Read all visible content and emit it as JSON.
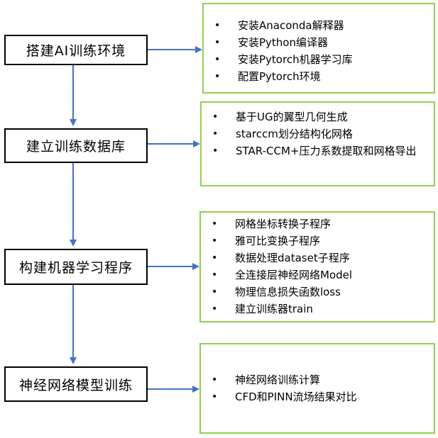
{
  "steps": [
    {
      "label": "搭建AI训练环境",
      "details": [
        "安装Anaconda解释器",
        "安装Python编译器",
        "安装Pytorch机器学习库",
        "配置Pytorch环境"
      ]
    },
    {
      "label": "建立训练数据库",
      "details": [
        "基于UG的翼型几何生成",
        "starccm划分结构化网格",
        "STAR-CCM+压力系数提取和网格导出"
      ]
    },
    {
      "label": "构建机器学习程序",
      "details": [
        "网格坐标转换子程序",
        "雅可比变换子程序",
        "数据处理dataset子程序",
        "全连接层神经网络Model",
        "物理信息损失函数loss",
        "建立训练器train"
      ]
    },
    {
      "label": "神经网络模型训练",
      "details": [
        "神经网络训练计算",
        "CFD和PINN流场结果对比"
      ]
    }
  ],
  "colors": {
    "arrow": "#4472c4",
    "detail_border": "#8fd14f",
    "step_border": "#000000"
  },
  "bullet_glyph": "•"
}
